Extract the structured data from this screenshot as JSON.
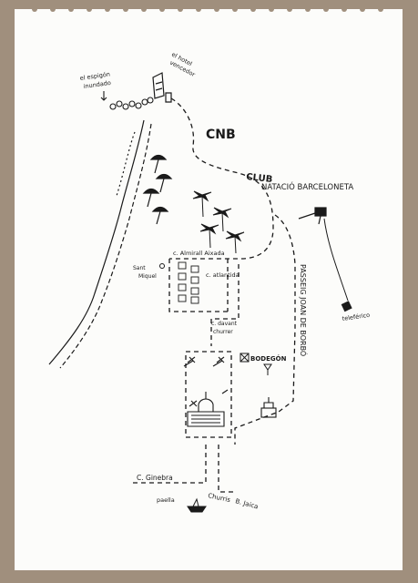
{
  "map": {
    "colors": {
      "background": "#a08f7d",
      "paper": "#fcfcfa",
      "ink": "#1a1a1a"
    },
    "labels": {
      "hotel": [
        "el hotel",
        "vencedor"
      ],
      "espigon": [
        "el espigón",
        "inundado"
      ],
      "cnb": "CNB",
      "club": "CLUB",
      "natacio": "NATACIÓ BARCELONETA",
      "almirall": "c. Almirall Aixada",
      "sant": [
        "Sant",
        "Miquel"
      ],
      "atlantida": "c. atlantida",
      "passeig": "PASSEIG JOAN DE BORBÓ",
      "davant": [
        "c. davant",
        "churrer"
      ],
      "bodegon": "BODEGÓN",
      "teleferic": "teleférico",
      "ginebra": "C. Ginebra",
      "paella": "paella",
      "churris": "Churris",
      "bjaica": "B. Jaica"
    },
    "icons": [
      "hotel-icon",
      "palm-tree-icon",
      "umbrella-icon",
      "lifeguard-tower-icon",
      "cable-car-icon",
      "boat-icon",
      "wine-glass-icon",
      "plane-icon",
      "fountain-icon"
    ]
  }
}
